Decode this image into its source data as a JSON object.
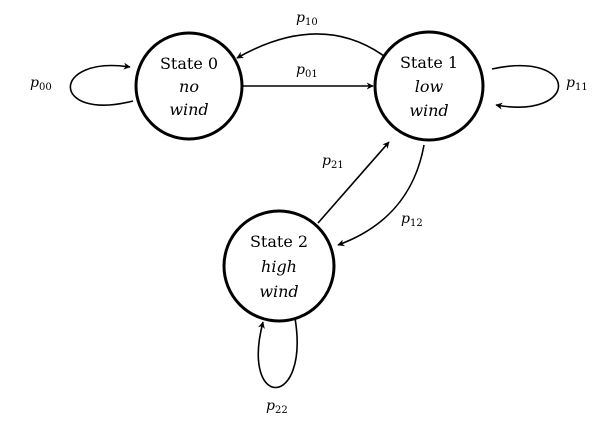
{
  "states": [
    {
      "title": "State 0",
      "line1": "no",
      "line2": "wind"
    },
    {
      "title": "State 1",
      "line1": "low",
      "line2": "wind"
    },
    {
      "title": "State 2",
      "line1": "high",
      "line2": "wind"
    }
  ],
  "transitions": {
    "p00": {
      "var": "p",
      "sub": "00"
    },
    "p01": {
      "var": "p",
      "sub": "01"
    },
    "p10": {
      "var": "p",
      "sub": "10"
    },
    "p11": {
      "var": "p",
      "sub": "11"
    },
    "p12": {
      "var": "p",
      "sub": "12"
    },
    "p21": {
      "var": "p",
      "sub": "21"
    },
    "p22": {
      "var": "p",
      "sub": "22"
    }
  }
}
